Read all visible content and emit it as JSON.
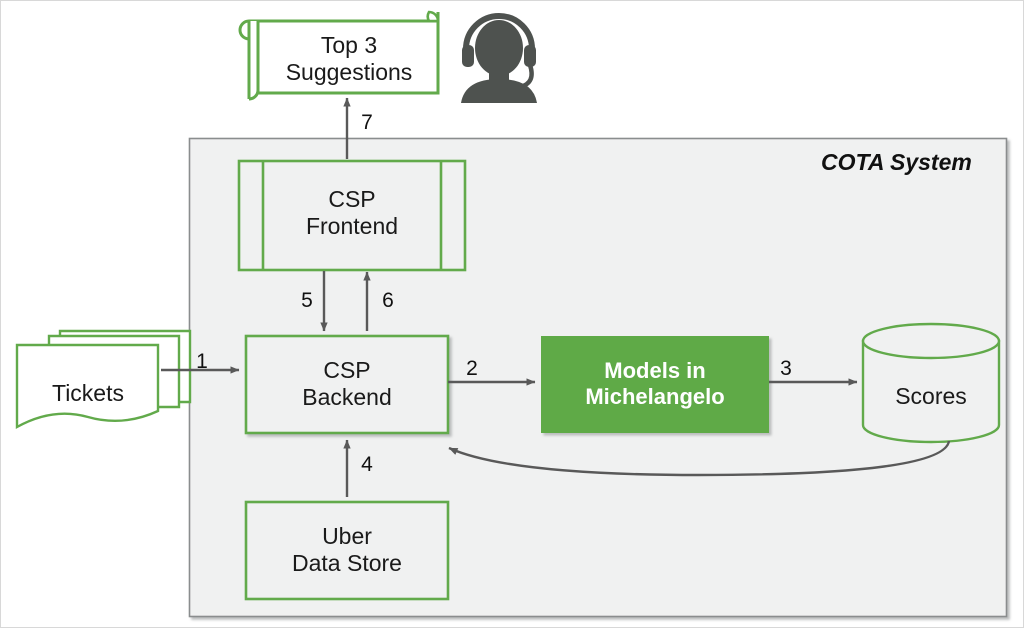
{
  "diagram": {
    "container": {
      "title": "COTA System",
      "fill": "#f0f1f1",
      "border": "#8a8d8e"
    },
    "palette": {
      "green_stroke": "#62aa4b",
      "green_fill": "#5faa46",
      "arrow_gray": "#595959",
      "node_fill": "#f0f1f1",
      "white": "#ffffff",
      "text": "#1a1a1a"
    },
    "nodes": [
      {
        "id": "suggestions",
        "label": "Top 3\nSuggestions",
        "shape": "scroll-icon"
      },
      {
        "id": "agent",
        "label": "",
        "shape": "support-agent-icon"
      },
      {
        "id": "csp_frontend",
        "label": "CSP\nFrontend",
        "shape": "predefined-process"
      },
      {
        "id": "tickets",
        "label": "Tickets",
        "shape": "multi-document"
      },
      {
        "id": "csp_backend",
        "label": "CSP\nBackend",
        "shape": "rectangle"
      },
      {
        "id": "models",
        "label": "Models in\nMichelangelo",
        "shape": "rectangle-filled"
      },
      {
        "id": "scores",
        "label": "Scores",
        "shape": "cylinder"
      },
      {
        "id": "uber_data_store",
        "label": "Uber\nData Store",
        "shape": "rectangle"
      }
    ],
    "edges": [
      {
        "id": "e1",
        "number": "1",
        "from": "tickets",
        "to": "csp_backend"
      },
      {
        "id": "e2",
        "number": "2",
        "from": "csp_backend",
        "to": "models"
      },
      {
        "id": "e3",
        "number": "3",
        "from": "models",
        "to": "scores"
      },
      {
        "id": "e4",
        "number": "4",
        "from": "uber_data_store",
        "to": "csp_backend"
      },
      {
        "id": "e5",
        "number": "5",
        "from": "csp_frontend",
        "to": "csp_backend"
      },
      {
        "id": "e6",
        "number": "6",
        "from": "csp_backend",
        "to": "csp_frontend"
      },
      {
        "id": "e7",
        "number": "7",
        "from": "csp_frontend",
        "to": "suggestions"
      },
      {
        "id": "e8",
        "number": "",
        "from": "scores",
        "to": "csp_backend"
      }
    ]
  }
}
